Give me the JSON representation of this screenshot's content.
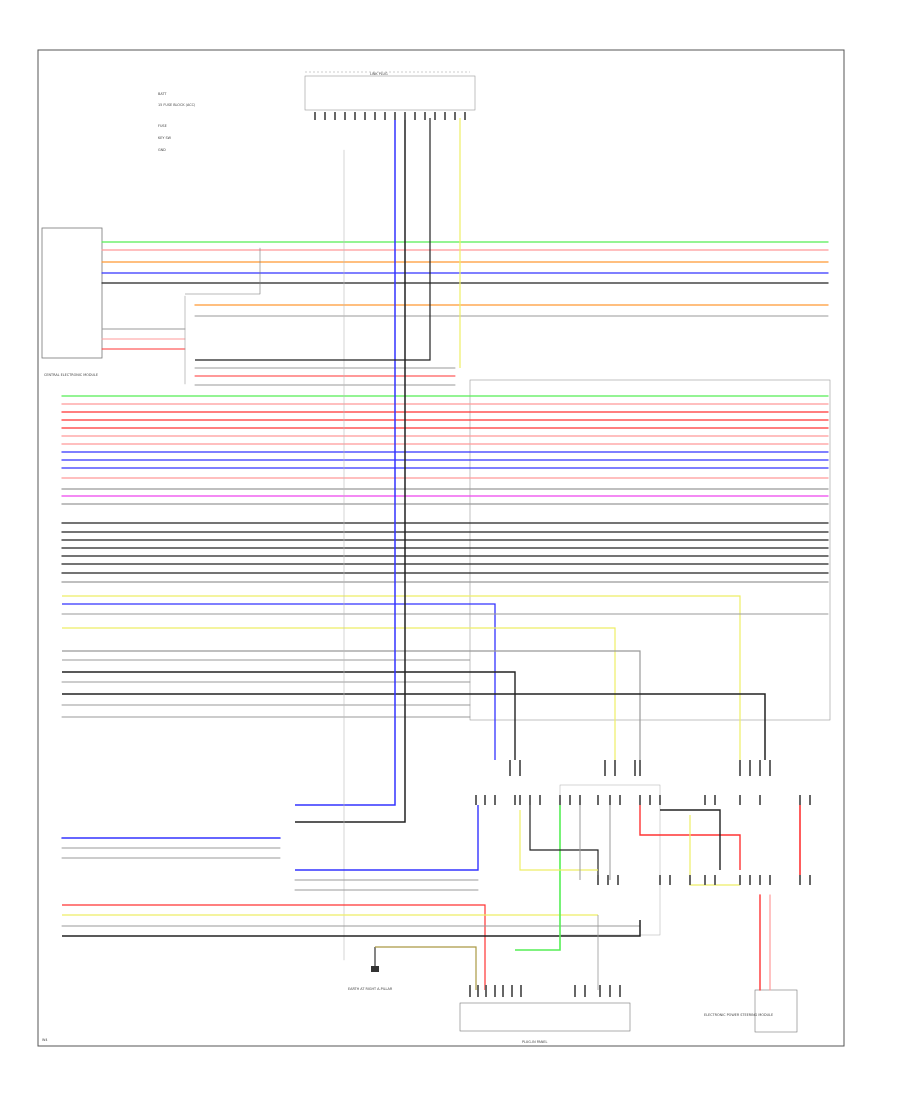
{
  "top_connector": {
    "label": "LINK PLUG"
  },
  "legend": {
    "items": [
      "BATT",
      "15 FUSE BLOCK (ACC)",
      "FUSE",
      "KEY SW",
      "GND"
    ]
  },
  "left_module": {
    "label": "CENTRAL ELECTRONIC MODULE"
  },
  "bottom_connector": {
    "label": "PLUG-IN PANEL"
  },
  "ground_label": {
    "text": "EARTH AT RIGHT A-PILLAR"
  },
  "right_bottom_label": {
    "text": "ELECTRONIC POWER STEERING MODULE"
  },
  "footer": {
    "code": "W4"
  },
  "colors": {
    "frame": "#555555",
    "wire_black": "#222222",
    "wire_blue": "#3333ff",
    "wire_green": "#55ee55",
    "wire_orange": "#ff9933",
    "wire_red": "#ff3333",
    "wire_pink": "#ff9999",
    "wire_yellow": "#eeee66",
    "wire_magenta": "#ee44ee",
    "wire_grey": "#999999"
  }
}
